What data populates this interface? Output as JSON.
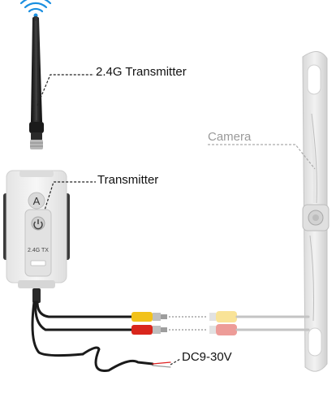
{
  "labels": {
    "transmitter_24g": "2.4G Transmitter",
    "transmitter": "Transmitter",
    "camera": "Camera",
    "power": "DC9-30V"
  },
  "device": {
    "button_letter": "A",
    "model_text": "2.4G TX"
  },
  "icons": {
    "signal": "wifi-signal-icon",
    "power_button": "power-button-icon"
  },
  "colors": {
    "signal_blue": "#1a8fe0",
    "antenna": "#1b1b1b",
    "device_body": "#f3f3f3",
    "video_yellow": "#f2c21b",
    "power_red": "#d9261c",
    "power_wire_red": "#e02020",
    "camera_gray": "#c9c9c9",
    "cable_black": "#1a1a1a"
  }
}
